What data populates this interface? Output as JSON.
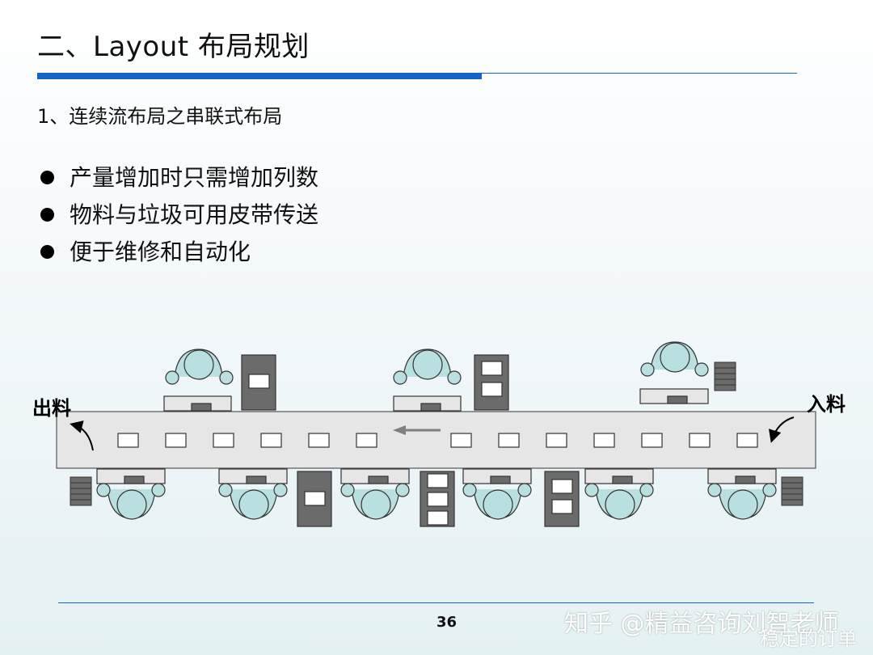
{
  "title": "二、Layout 布局规划",
  "subtitle": "1、连续流布局之串联式布局",
  "bullets": [
    "产量增加时只需增加列数",
    "物料与垃圾可用皮带传送",
    "便于维修和自动化"
  ],
  "diagram": {
    "label_out": "出料",
    "label_in": "入料",
    "colors": {
      "conveyor": "#e6e6e6",
      "machine": "#6b6b6b",
      "operator": "#b9dfe0",
      "flow_arrow": "#808080"
    }
  },
  "footer": {
    "page_number": "36"
  },
  "watermark": {
    "text": "知乎 @精益咨询刘智老师",
    "text2": "稳定的订单"
  }
}
